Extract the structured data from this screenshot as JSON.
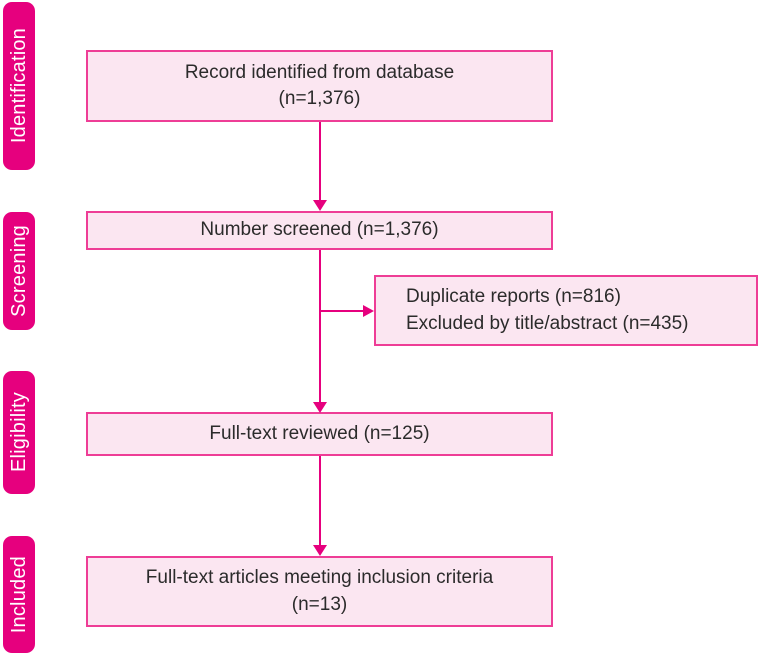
{
  "diagram": {
    "type": "prisma-flow-diagram",
    "colors": {
      "stage_pill": "#E6007E",
      "box_fill": "#FBE6F1",
      "box_border": "#EE3D96",
      "connector": "#E6007E",
      "text": "#2b2b2b",
      "background": "#ffffff"
    },
    "stages": [
      {
        "id": "identification",
        "label": "Identification"
      },
      {
        "id": "screening",
        "label": "Screening"
      },
      {
        "id": "eligibility",
        "label": "Eligibility"
      },
      {
        "id": "included",
        "label": "Included"
      }
    ],
    "boxes": [
      {
        "id": "records",
        "stage": "identification",
        "text": "Record identified from database\n(n=1,376)",
        "count": 1376
      },
      {
        "id": "screened",
        "stage": "screening",
        "text": "Number screened (n=1,376)",
        "count": 1376
      },
      {
        "id": "excluded",
        "stage": "screening",
        "text": "Duplicate reports  (n=816)\nExcluded by title/abstract (n=435)",
        "duplicate_reports": 816,
        "excluded_by_title_abstract": 435
      },
      {
        "id": "fulltext",
        "stage": "eligibility",
        "text": "Full-text reviewed (n=125)",
        "count": 125
      },
      {
        "id": "included",
        "stage": "included",
        "text": "Full-text articles meeting inclusion criteria\n(n=13)",
        "count": 13
      }
    ],
    "connectors": [
      {
        "id": "records-to-screened",
        "from": "records",
        "to": "screened",
        "direction": "down"
      },
      {
        "id": "screened-to-fulltext",
        "from": "screened",
        "to": "fulltext",
        "direction": "down"
      },
      {
        "id": "screened-to-excluded",
        "from": "screened",
        "to": "excluded",
        "direction": "right"
      },
      {
        "id": "fulltext-to-included",
        "from": "fulltext",
        "to": "included",
        "direction": "down"
      }
    ]
  }
}
